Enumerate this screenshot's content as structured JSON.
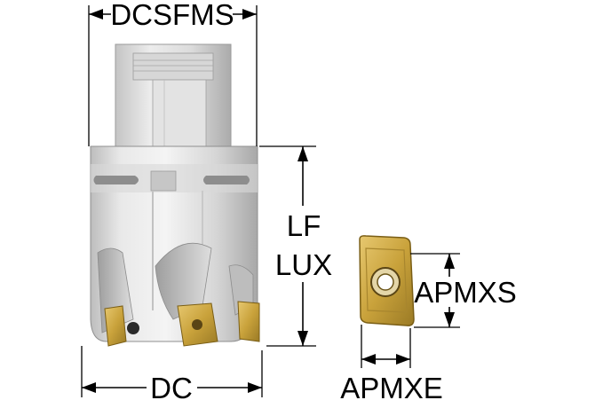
{
  "labels": {
    "dcsfms": "DCSFMS",
    "lf": "LF",
    "lux": "LUX",
    "dc": "DC",
    "apmxs": "APMXS",
    "apmxe": "APMXE"
  },
  "colors": {
    "body_light": "#e9e9e9",
    "body_mid": "#cfcfcf",
    "body_dark": "#a9a9a9",
    "insert_gold": "#c9a23b",
    "insert_dark": "#8c6d1c",
    "screw_dark": "#2a2a2a",
    "line": "#000000"
  }
}
